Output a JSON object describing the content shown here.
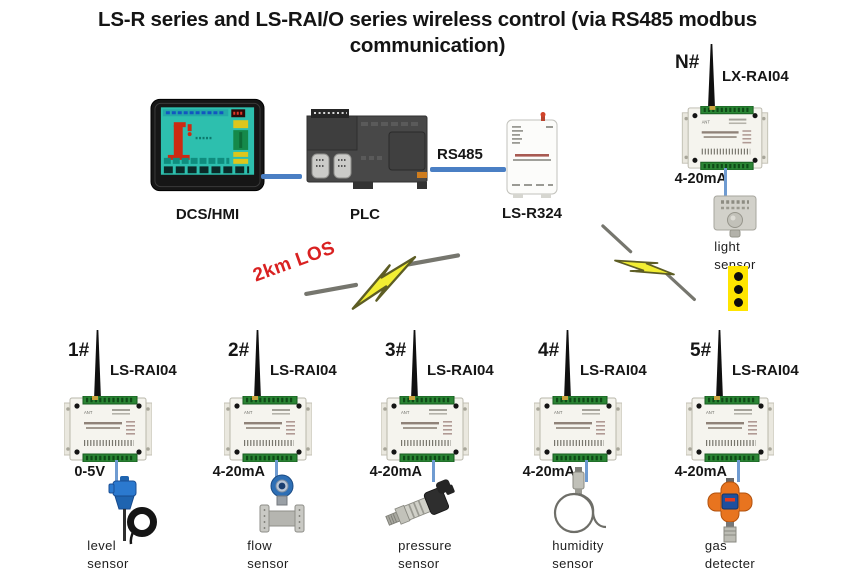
{
  "title": {
    "line1": "LS-R series and LS-RAI/O series wireless control (via RS485 modbus",
    "line2": "communication)"
  },
  "top_row": {
    "hmi": {
      "label": "DCS/HMI",
      "icon": "hmi-touch-panel-icon"
    },
    "plc": {
      "label": "PLC",
      "icon": "plc-icon"
    },
    "bus_label": "RS485",
    "gateway": {
      "label": "LS-R324",
      "icon": "wireless-gateway-icon"
    }
  },
  "wireless": {
    "range_label": "2km LOS",
    "link_icon": "lightning-bolt-icon"
  },
  "remote_node": {
    "id": "N#",
    "model": "LX-RAI04",
    "signal": "4-20mA",
    "sensor_line1": "light",
    "sensor_line2": "sensor",
    "sensor_icon": "light-sensor-icon",
    "more_devices_icon": "vertical-ellipsis"
  },
  "bottom_devices": [
    {
      "id": "1#",
      "model": "LS-RAI04",
      "signal": "0-5V",
      "sensor_line1": "level",
      "sensor_line2": "sensor",
      "sensor_icon": "level-sensor-icon"
    },
    {
      "id": "2#",
      "model": "LS-RAI04",
      "signal": "4-20mA",
      "sensor_line1": "flow",
      "sensor_line2": "sensor",
      "sensor_icon": "flow-sensor-icon"
    },
    {
      "id": "3#",
      "model": "LS-RAI04",
      "signal": "4-20mA",
      "sensor_line1": "pressure",
      "sensor_line2": "sensor",
      "sensor_icon": "pressure-sensor-icon"
    },
    {
      "id": "4#",
      "model": "LS-RAI04",
      "signal": "4-20mA",
      "sensor_line1": "humidity",
      "sensor_line2": "sensor",
      "sensor_icon": "humidity-sensor-icon"
    },
    {
      "id": "5#",
      "model": "LS-RAI04",
      "signal": "4-20mA",
      "sensor_line1": "gas",
      "sensor_line2": "detecter",
      "sensor_icon": "gas-detector-icon"
    }
  ],
  "colors": {
    "wire_blue": "#4a7fc4",
    "bolt_yellow": "#f2ee33",
    "range_red": "#d92121",
    "ellipsis_yellow": "#ffe500",
    "terminal_green": "#2a8534"
  }
}
